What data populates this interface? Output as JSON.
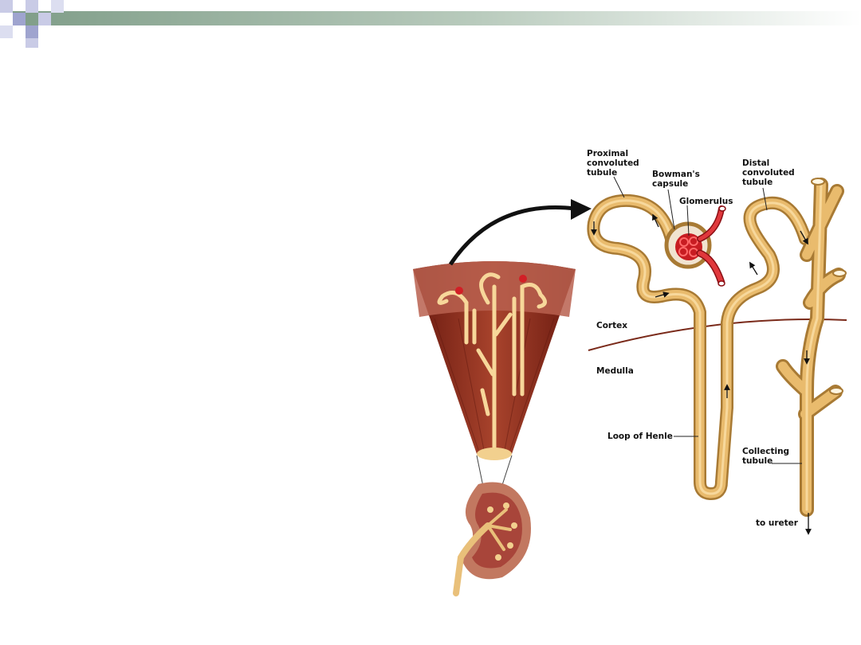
{
  "colors": {
    "bar_start": "#7f9d88",
    "bar_end": "#ffffff",
    "squares_light": "#c9cbe6",
    "squares_dark": "#9fa4cf",
    "tubule": "#d9a85a",
    "tubule_dark": "#a87a34",
    "tubule_light": "#f2cf8a",
    "blood_red": "#d21f26",
    "pyramid_dark": "#7e2016",
    "pyramid_mid": "#a33a26",
    "cortex_band": "#b3594a",
    "boundary_line": "#7a2a1a"
  },
  "labels": {
    "proximal": [
      "Proximal",
      "convoluted",
      "tubule"
    ],
    "bowman": [
      "Bowman's",
      "capsule"
    ],
    "glomerulus": "Glomerulus",
    "distal": [
      "Distal",
      "convoluted",
      "tubule"
    ],
    "cortex": "Cortex",
    "medulla": "Medulla",
    "loop": "Loop of Henle",
    "collecting": [
      "Collecting",
      "tubule"
    ],
    "ureter": "to ureter"
  },
  "icons": [
    "arrow-icon"
  ]
}
